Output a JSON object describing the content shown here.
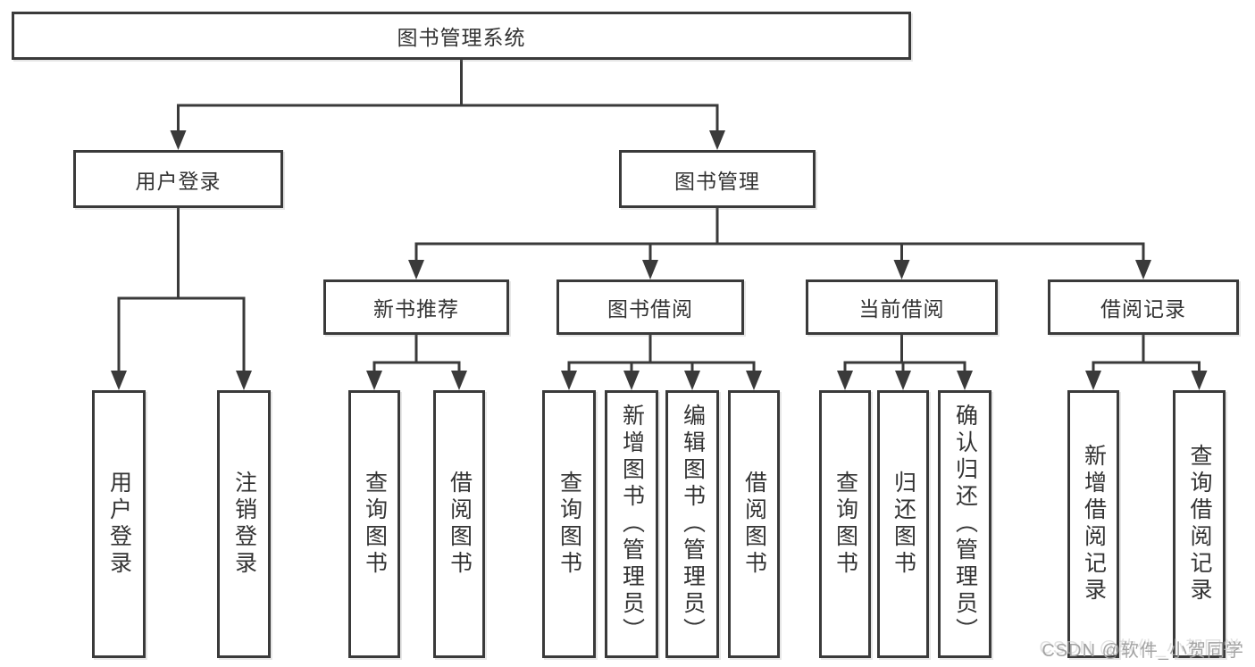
{
  "tree": {
    "label": "图书管理系统",
    "children": [
      {
        "label": "用户登录",
        "children": [
          {
            "label": "用户登录"
          },
          {
            "label": "注销登录"
          }
        ]
      },
      {
        "label": "图书管理",
        "children": [
          {
            "label": "新书推荐",
            "children": [
              {
                "label": "查询图书"
              },
              {
                "label": "借阅图书"
              }
            ]
          },
          {
            "label": "图书借阅",
            "children": [
              {
                "label": "查询图书"
              },
              {
                "label": "新增图书（管理员）"
              },
              {
                "label": "编辑图书（管理员）"
              },
              {
                "label": "借阅图书"
              }
            ]
          },
          {
            "label": "当前借阅",
            "children": [
              {
                "label": "查询图书"
              },
              {
                "label": "归还图书"
              },
              {
                "label": "确认归还（管理员）"
              }
            ]
          },
          {
            "label": "借阅记录",
            "children": [
              {
                "label": "新增借阅记录"
              },
              {
                "label": "查询借阅记录"
              }
            ]
          }
        ]
      }
    ]
  },
  "watermark": {
    "text": "CSDN @软件_小贺同学"
  },
  "colors": {
    "line": "#3a3a3a",
    "text": "#333333",
    "watermark_text": "#a3a3a3",
    "background": "#ffffff"
  }
}
